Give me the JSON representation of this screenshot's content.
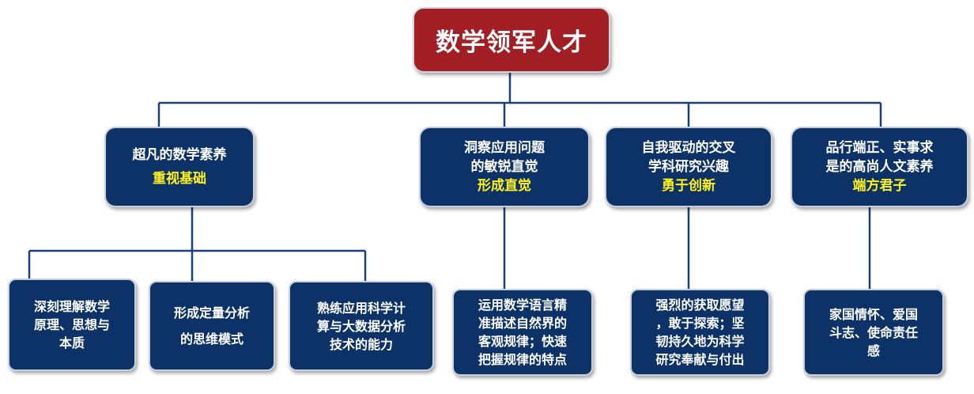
{
  "root": {
    "title": "数学领军人才"
  },
  "branches": [
    {
      "lines": [
        "超凡的数学素养"
      ],
      "highlight": "重视基础",
      "children": [
        {
          "lines": [
            "深刻理解数学",
            "原理、思想与",
            "本质"
          ]
        },
        {
          "lines": [
            "形成定量分析",
            "的思维模式"
          ]
        },
        {
          "lines": [
            "熟练应用科学计",
            "算与大数据分析",
            "技术的能力"
          ]
        }
      ]
    },
    {
      "lines": [
        "洞察应用问题",
        "的敏锐直觉"
      ],
      "highlight": "形成直觉",
      "children": [
        {
          "lines": [
            "运用数学语言精",
            "准描述自然界的",
            "客观规律；快速",
            "把握规律的特点"
          ]
        }
      ]
    },
    {
      "lines": [
        "自我驱动的交叉",
        "学科研究兴趣"
      ],
      "highlight": "勇于创新",
      "children": [
        {
          "lines": [
            "强烈的获取愿望",
            "，敢于探索；坚",
            "韧持久地为科学",
            "研究奉献与付出"
          ]
        }
      ]
    },
    {
      "lines": [
        "品行端正、实事求",
        "是的高尚人文素养"
      ],
      "highlight": "端方君子",
      "children": [
        {
          "lines": [
            "家国情怀、爱国",
            "斗志、使命责任",
            "感"
          ]
        }
      ]
    }
  ],
  "colors": {
    "root_fill": "#a11f24",
    "node_fill": "#0d3268",
    "highlight": "#fff21a",
    "connector": "#1b3f78"
  }
}
